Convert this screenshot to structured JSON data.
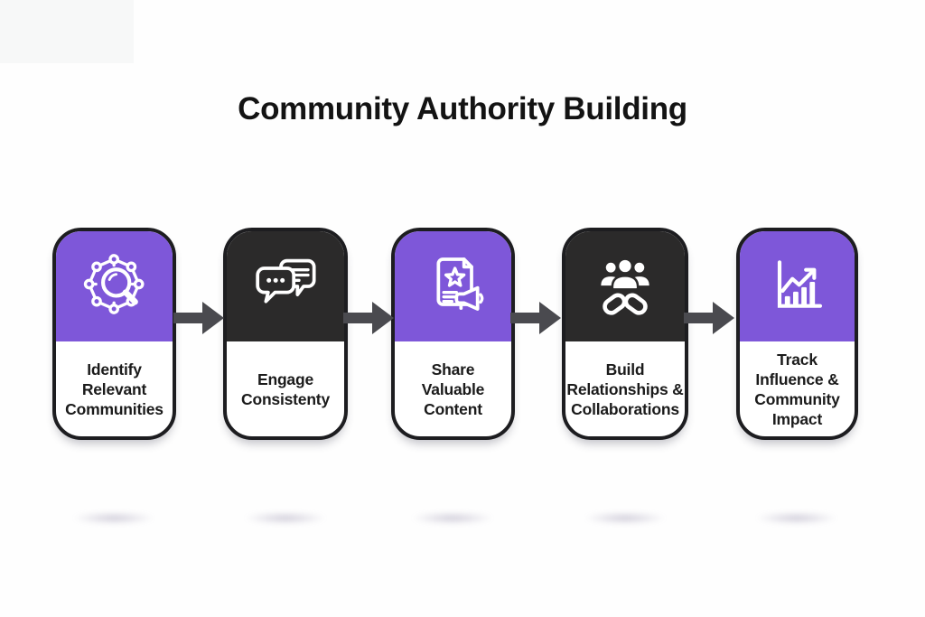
{
  "title": "Community Authority Building",
  "theme": {
    "background": "#FEFEFE",
    "card_border": "#1D1D20",
    "text_color": "#1B1B1B",
    "arrow_color": "#4A4A4F",
    "icon_color": "#FFFFFF",
    "purple": "#7E57D9",
    "dark": "#2B2A2A"
  },
  "steps": [
    {
      "label": "Identify\nRelevant\nCommunities",
      "icon": "network-search-icon",
      "header_hex": "#7E57D9"
    },
    {
      "label": "Engage\nConsistenty",
      "icon": "chat-bubbles-icon",
      "header_hex": "#2B2A2A"
    },
    {
      "label": "Share\nValuable\nContent",
      "icon": "document-megaphone-icon",
      "header_hex": "#7E57D9"
    },
    {
      "label": "Build\nRelationships &\nCollaborations",
      "icon": "people-links-icon",
      "header_hex": "#2B2A2A"
    },
    {
      "label": "Track\nInfluence &\nCommunity\nImpact",
      "icon": "growth-chart-icon",
      "header_hex": "#7E57D9"
    }
  ]
}
